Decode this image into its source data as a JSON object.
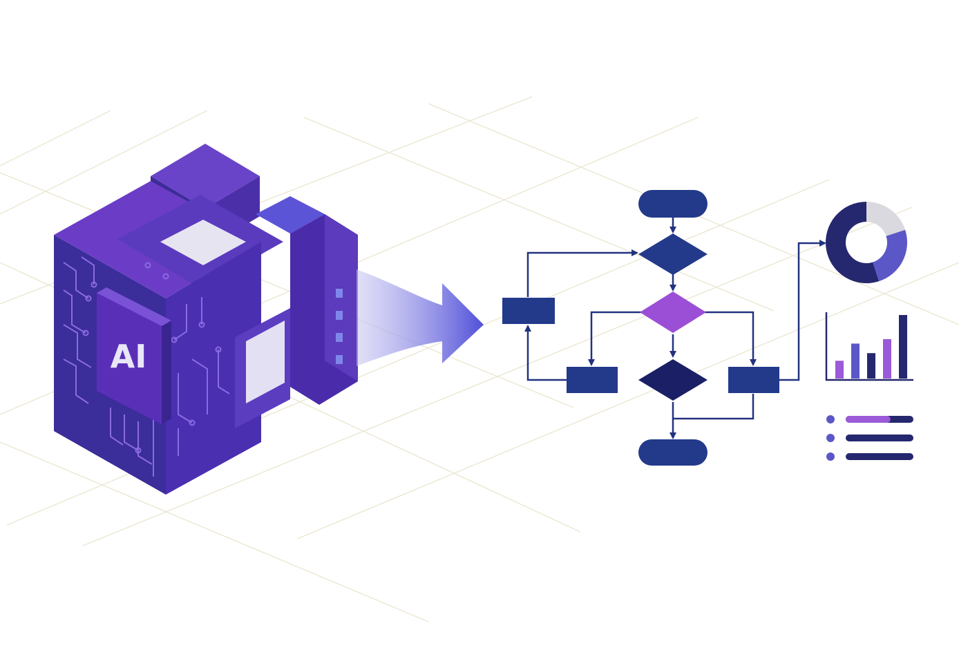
{
  "cube": {
    "label": "AI"
  },
  "colors": {
    "background": "#ffffff",
    "grid_line": "#e8e4cc",
    "cube_top": "#6a44c8",
    "cube_left": "#4a2eab",
    "cube_right": "#3a2f9e",
    "cube_highlight": "#5b54d6",
    "chip": "#5a2fb8",
    "panel": "#e7e4f2",
    "circuit": "#8b6be2",
    "arrow_start": "#c9c6f1",
    "arrow_end": "#5050d8",
    "flow_node": "#23398a",
    "flow_dark": "#1b1f66",
    "flow_accent": "#9b4fd6",
    "flow_line": "#223280",
    "chart_light": "#d9d9df",
    "chart_mid": "#5b57c7",
    "chart_purple": "#9b5ad8",
    "chart_dark": "#25286e"
  },
  "icons": {
    "flow_output_icons": [
      "donut-chart-icon",
      "bar-chart-icon",
      "list-bars-icon"
    ]
  },
  "mini_charts": {
    "donut": {
      "segments": [
        0.55,
        0.25,
        0.2
      ]
    },
    "bars": {
      "values": [
        0.28,
        0.55,
        0.4,
        0.62,
        1.0
      ]
    },
    "list": {
      "fills": [
        0.6,
        1.0,
        1.0
      ]
    }
  }
}
